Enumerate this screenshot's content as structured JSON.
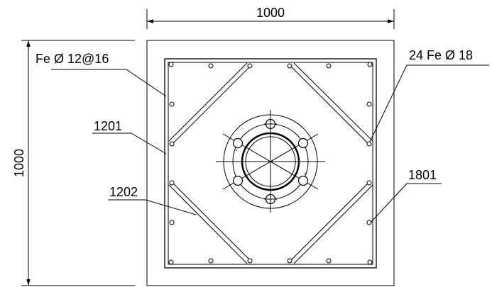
{
  "dimensions": {
    "top_width": "1000",
    "left_height": "1000"
  },
  "labels": {
    "stirrup": "Fe Ø 12@16",
    "main_bars": "24 Fe Ø 18",
    "mark_1201": "1201",
    "mark_1202": "1202",
    "mark_1801": "1801"
  },
  "colors": {
    "line": "#000000",
    "background": "#ffffff"
  }
}
